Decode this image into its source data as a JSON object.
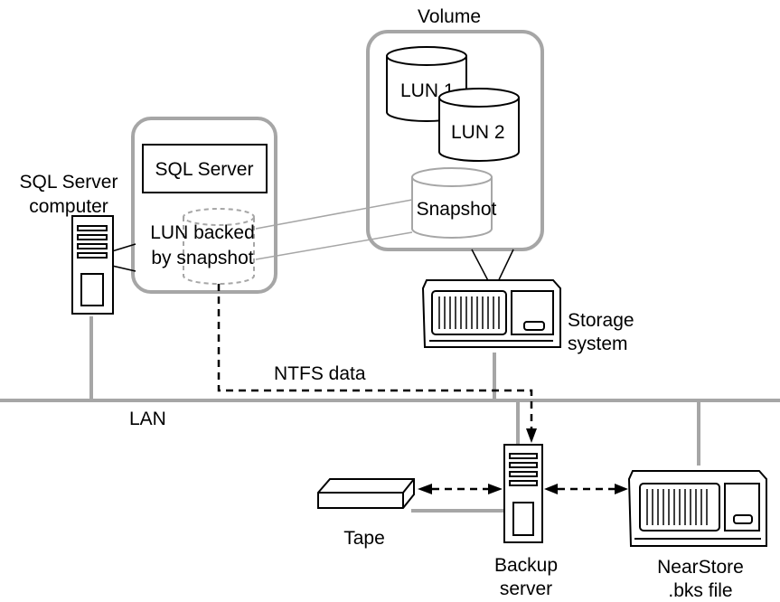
{
  "labels": {
    "volume": "Volume",
    "lun1": "LUN 1",
    "lun2": "LUN 2",
    "snapshot": "Snapshot",
    "sql_server_box": "SQL Server",
    "sql_computer_line1": "SQL Server",
    "sql_computer_line2": "computer",
    "lun_backed_line1": "LUN backed",
    "lun_backed_line2": "by snapshot",
    "storage_line1": "Storage",
    "storage_line2": "system",
    "ntfs_data": "NTFS data",
    "lan": "LAN",
    "tape": "Tape",
    "backup_line1": "Backup",
    "backup_line2": "server",
    "nearstore_line1": "NearStore",
    "nearstore_line2": ".bks file"
  },
  "colors": {
    "container_border": "#a6a6a6",
    "network_line": "#a6a6a6",
    "cylinder_dashed": "#a6a6a6",
    "ink": "#000000"
  },
  "icons": [
    "server-tower-icon",
    "storage-appliance-icon",
    "tape-drive-icon",
    "disk-cylinder-icon"
  ]
}
